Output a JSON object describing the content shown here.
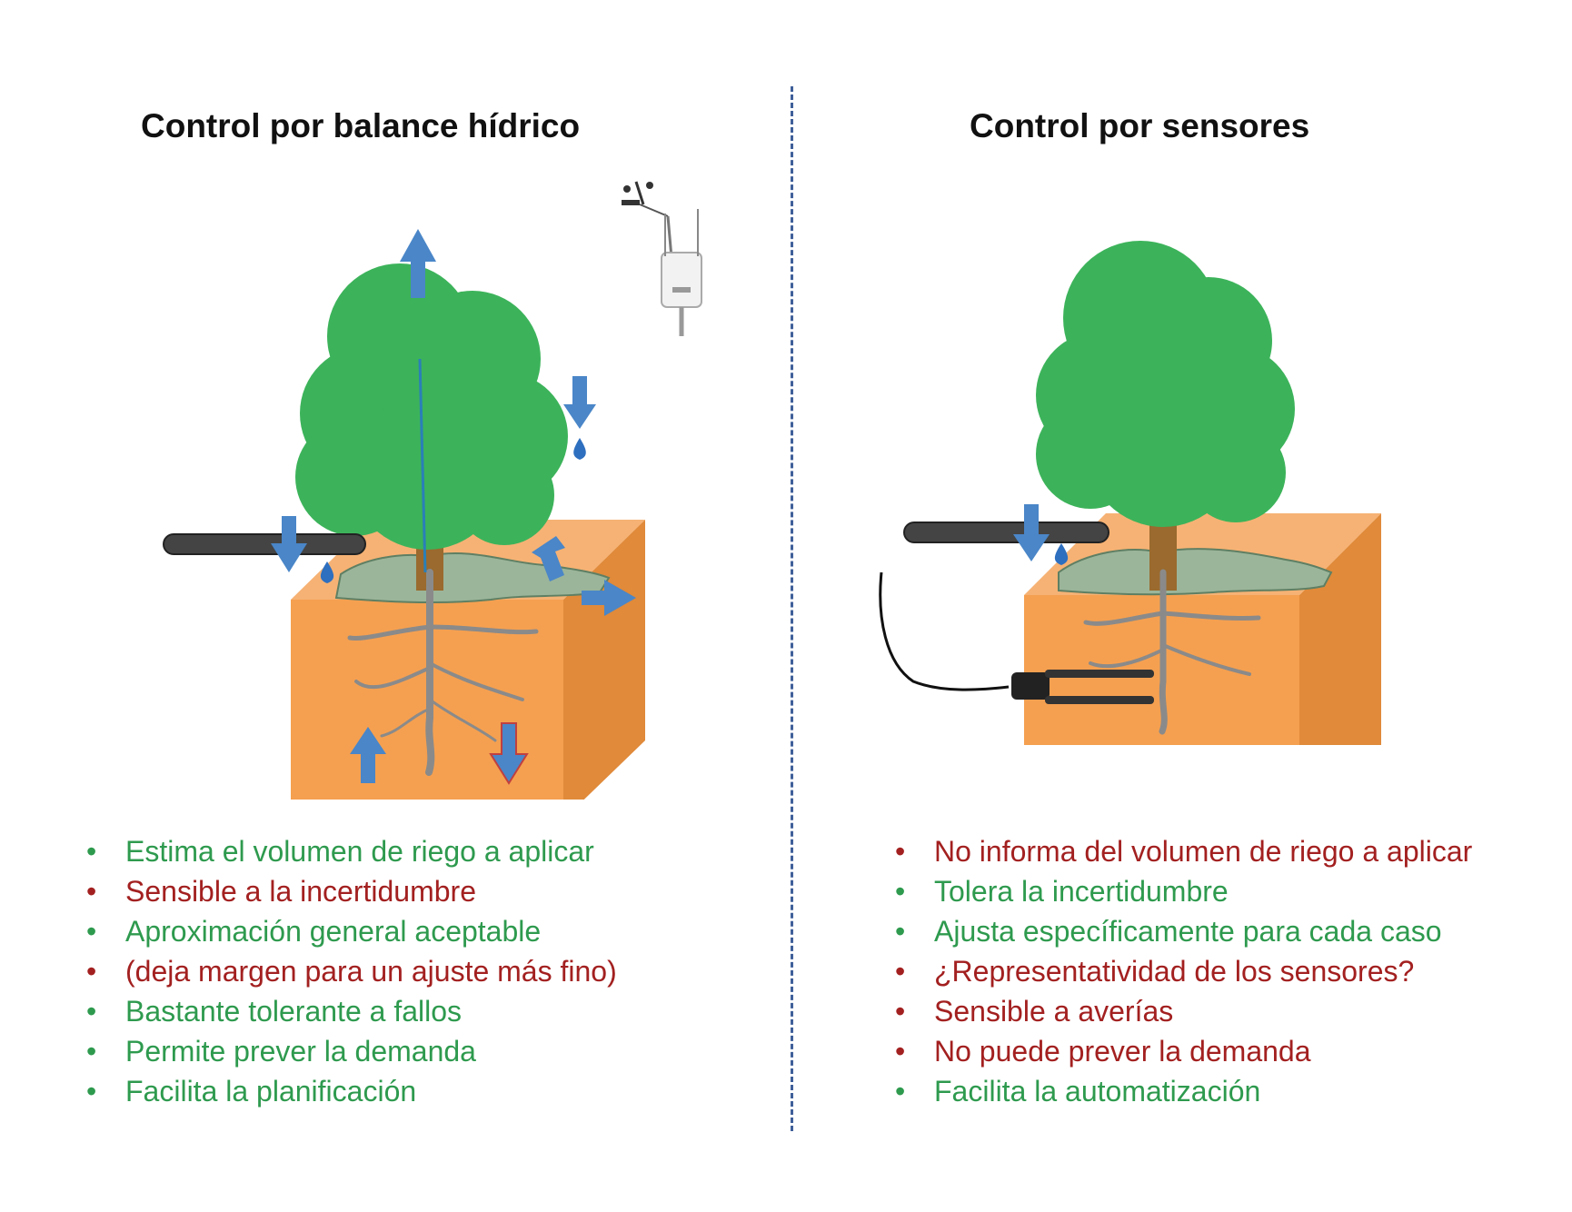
{
  "left": {
    "title": "Control por balance hídrico",
    "items": [
      {
        "text": "Estima el volumen de riego a aplicar",
        "tone": "good"
      },
      {
        "text": "Sensible a la incertidumbre",
        "tone": "bad"
      },
      {
        "text": "Aproximación general aceptable",
        "tone": "good"
      },
      {
        "text": "(deja margen para un ajuste más fino)",
        "tone": "bad"
      },
      {
        "text": "Bastante tolerante a fallos",
        "tone": "good"
      },
      {
        "text": "Permite prever la demanda",
        "tone": "good"
      },
      {
        "text": "Facilita la planificación",
        "tone": "good"
      }
    ]
  },
  "right": {
    "title": "Control por sensores",
    "items": [
      {
        "text": "No informa del volumen de riego a aplicar",
        "tone": "bad"
      },
      {
        "text": "Tolera la incertidumbre",
        "tone": "good"
      },
      {
        "text": "Ajusta específicamente para cada caso",
        "tone": "good"
      },
      {
        "text": "¿Representatividad de los sensores?",
        "tone": "bad"
      },
      {
        "text": "Sensible a averías",
        "tone": "bad"
      },
      {
        "text": "No puede prever la demanda",
        "tone": "bad"
      },
      {
        "text": "Facilita la automatización",
        "tone": "good"
      }
    ]
  },
  "bullet_symbol": "•",
  "colors": {
    "good": "#2e9a4e",
    "bad": "#a32020",
    "foliage": "#3cb35a",
    "soil": "#f5a050",
    "soil_side": "#e08a3a",
    "arrow": "#4a86c8",
    "divider": "#3f5f99"
  }
}
